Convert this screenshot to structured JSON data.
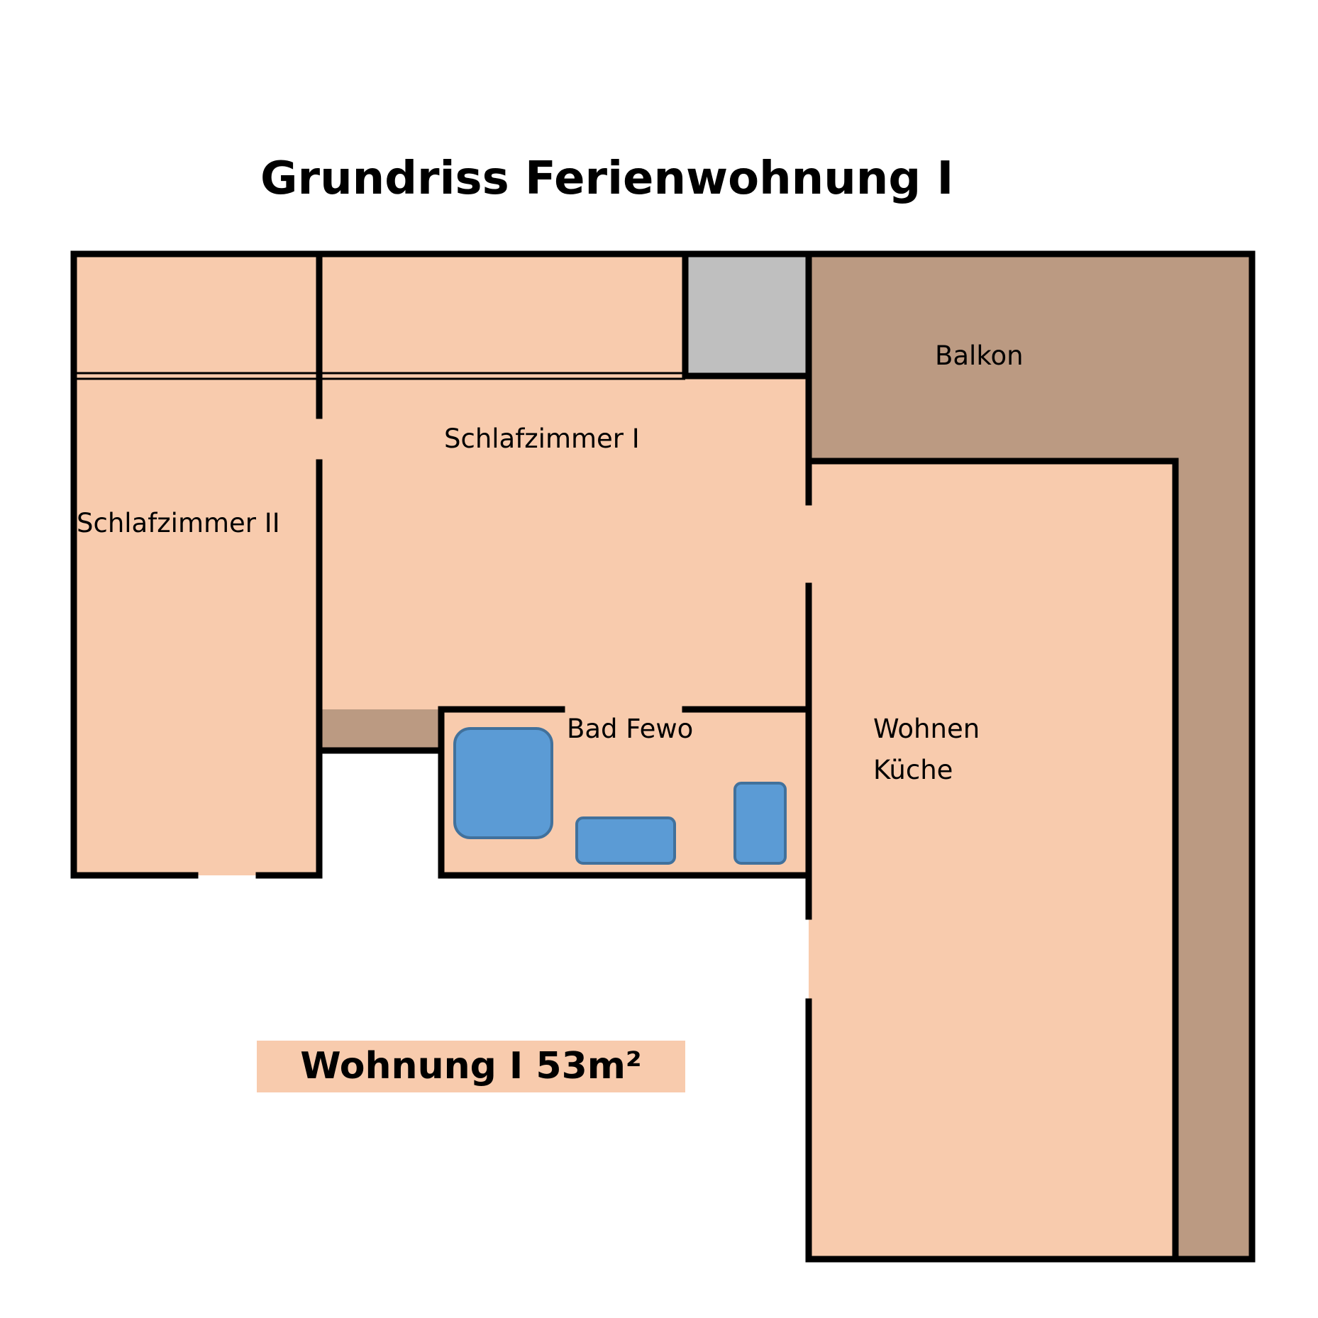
{
  "title": "Grundriss Ferienwohnung I",
  "rooms": {
    "balcony": "Balkon",
    "bedroom1": "Schlafzimmer I",
    "bedroom2": "Schlafzimmer II",
    "bathroom": "Bad Fewo",
    "living_line1": "Wohnen",
    "living_line2": "Küche"
  },
  "area_label": "Wohnung I 53m²",
  "colors": {
    "room_fill": "#f8cbad",
    "balcony_fill": "#bb9a82",
    "storage_fill": "#bfbfbf",
    "fixture_fill": "#5b9bd5",
    "fixture_stroke": "#41719c",
    "wall": "#000000"
  }
}
